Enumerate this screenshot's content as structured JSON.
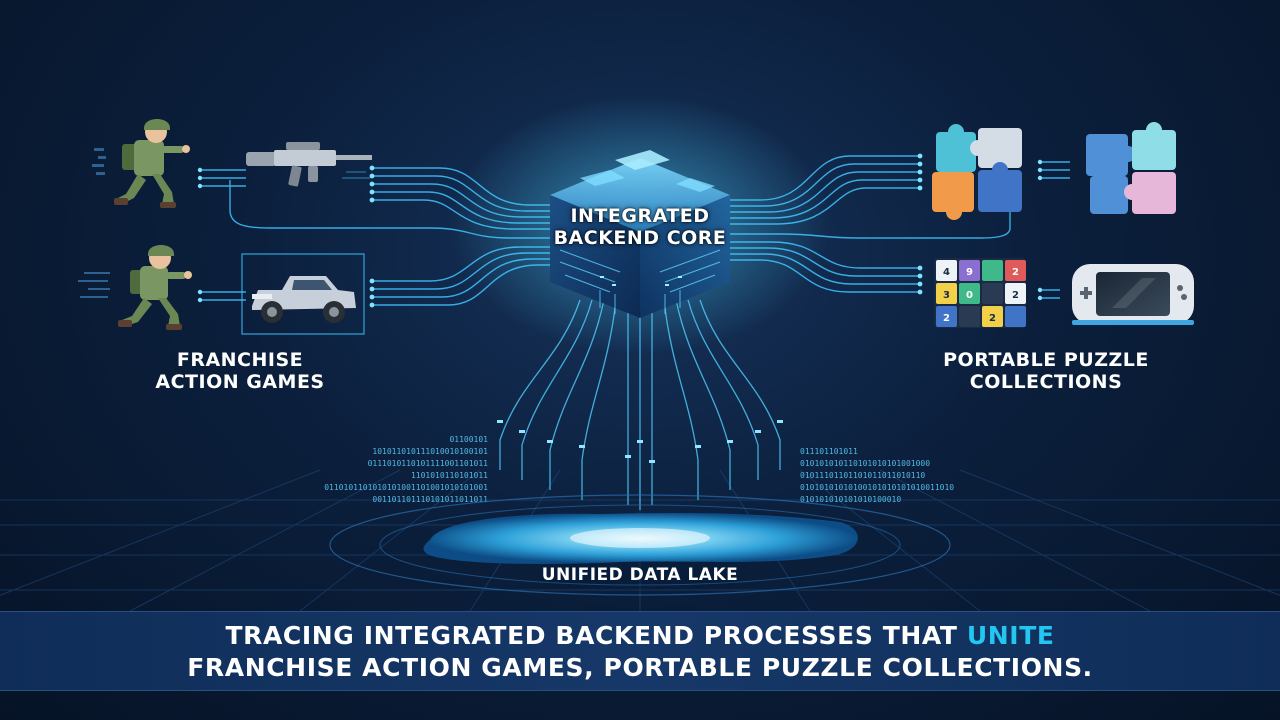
{
  "diagram": {
    "core": {
      "line1": "INTEGRATED",
      "line2": "BACKEND CORE"
    },
    "left_group": {
      "line1": "FRANCHISE",
      "line2": "ACTION GAMES"
    },
    "right_group": {
      "line1": "PORTABLE PUZZLE",
      "line2": "COLLECTIONS"
    },
    "lake": {
      "label": "UNIFIED DATA LAKE"
    },
    "puzzle_grid": [
      "4",
      "9",
      "",
      "2",
      "3",
      "0",
      "",
      "2",
      "2",
      "",
      "2",
      ""
    ],
    "binary": {
      "left": [
        "01100101",
        "101011010111010010100101",
        "0111010110101111001101011",
        "1101010110101011",
        "0110101101010101001101001010101001",
        "001101101110101011011011"
      ],
      "right": [
        "011101101011",
        "010101010110101010101001000",
        "01011101101101011011010110",
        "01010101010100101010101010011010",
        "010101010101010100010"
      ]
    },
    "colors": {
      "accent": "#22c6f0",
      "background": "#0b1f3c",
      "banner": "#163868",
      "circuit": "#3fc4ff"
    },
    "icons": [
      "soldier-icon",
      "rifle-icon",
      "truck-icon",
      "puzzle-icon",
      "handheld-console-icon",
      "number-grid-icon",
      "server-cube-icon"
    ]
  },
  "banner": {
    "line1_prefix": "TRACING INTEGRATED BACKEND PROCESSES THAT ",
    "line1_highlight": "UNITE",
    "line2": "FRANCHISE ACTION GAMES, PORTABLE PUZZLE COLLECTIONS."
  }
}
